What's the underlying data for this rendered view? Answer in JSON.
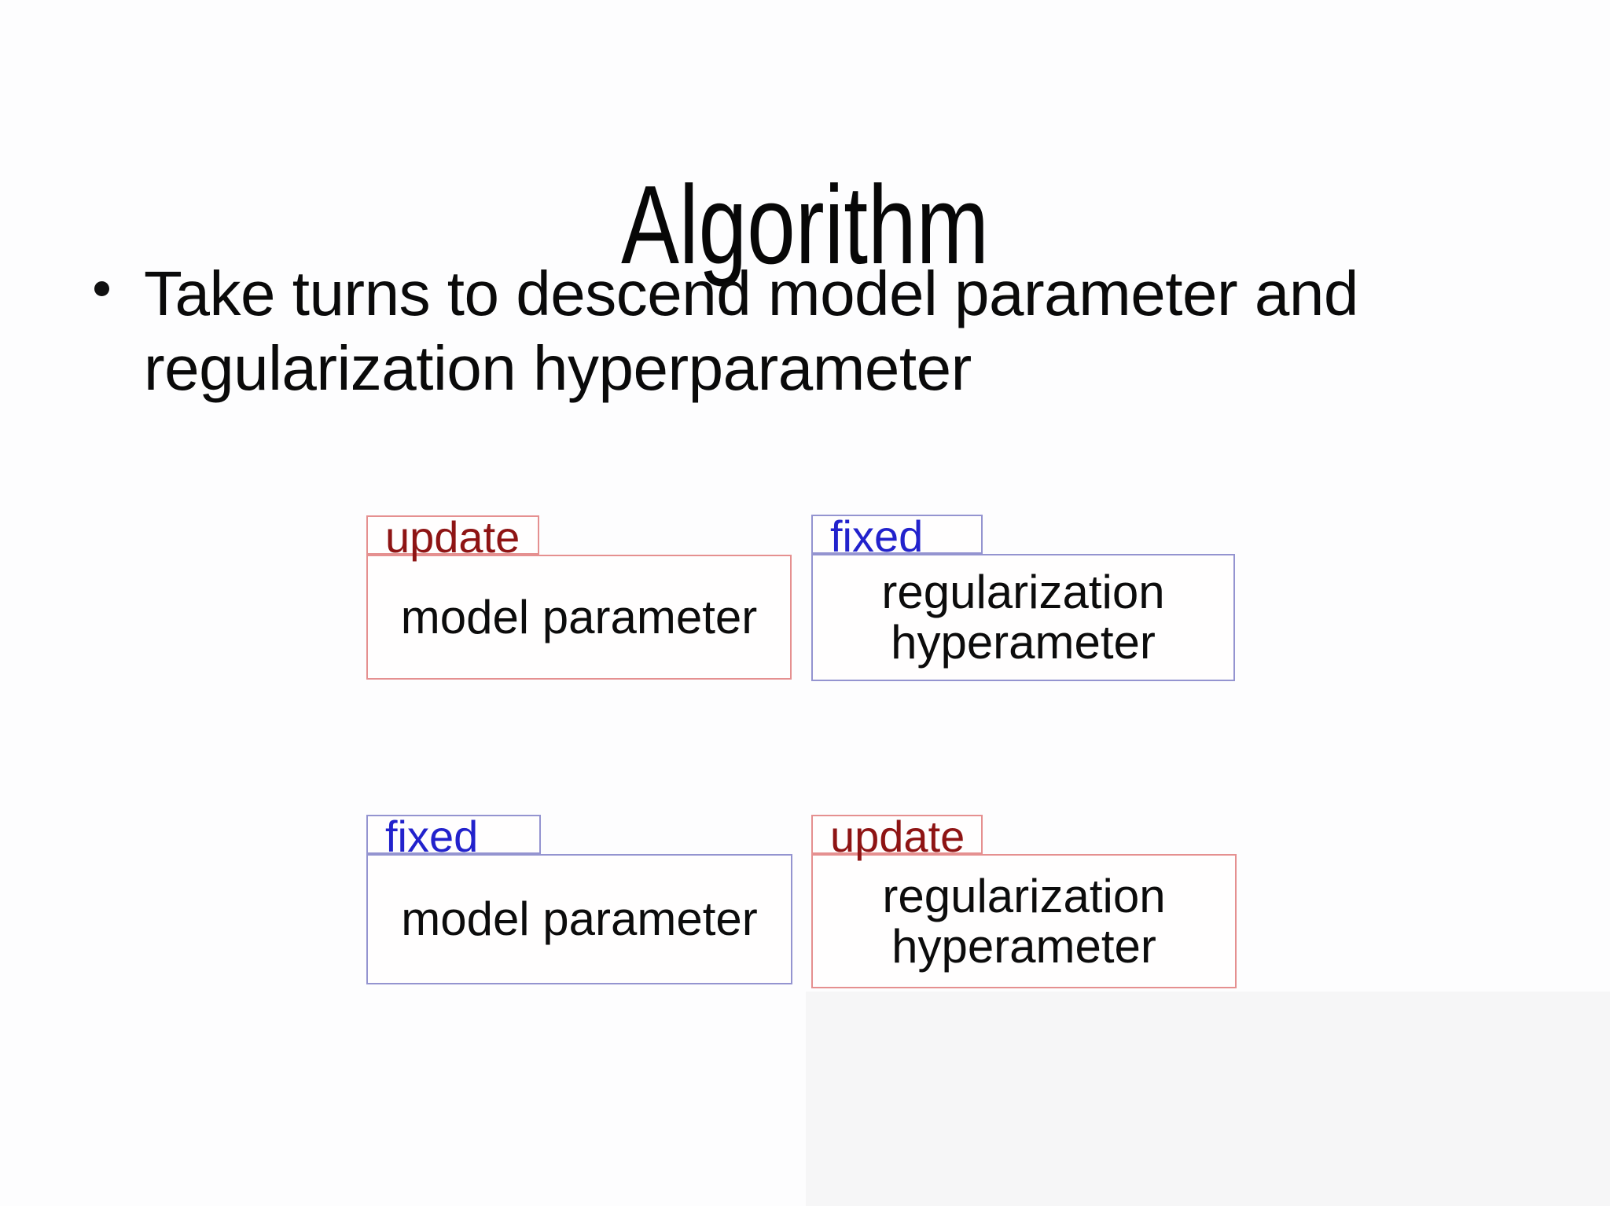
{
  "slide": {
    "title": "Algorithm",
    "bullet": {
      "lines": [
        "Take turns to descend model parameter and",
        "regularization hyperparameter"
      ]
    }
  },
  "groups": [
    {
      "position": "top-left",
      "tag": "update",
      "tag_color": "red",
      "label": "model parameter"
    },
    {
      "position": "top-right",
      "tag": "fixed",
      "tag_color": "blue",
      "label": "regularization\nhyperameter"
    },
    {
      "position": "bottom-left",
      "tag": "fixed",
      "tag_color": "blue",
      "label": "model parameter"
    },
    {
      "position": "bottom-right",
      "tag": "update",
      "tag_color": "red",
      "label": "regularization\nhyperameter"
    }
  ],
  "colors": {
    "update_text": "#8e1414",
    "fixed_text": "#2222cc",
    "red_border": "#e59090",
    "blue_border": "#9494d0",
    "body_text": "#0a0a0a"
  }
}
